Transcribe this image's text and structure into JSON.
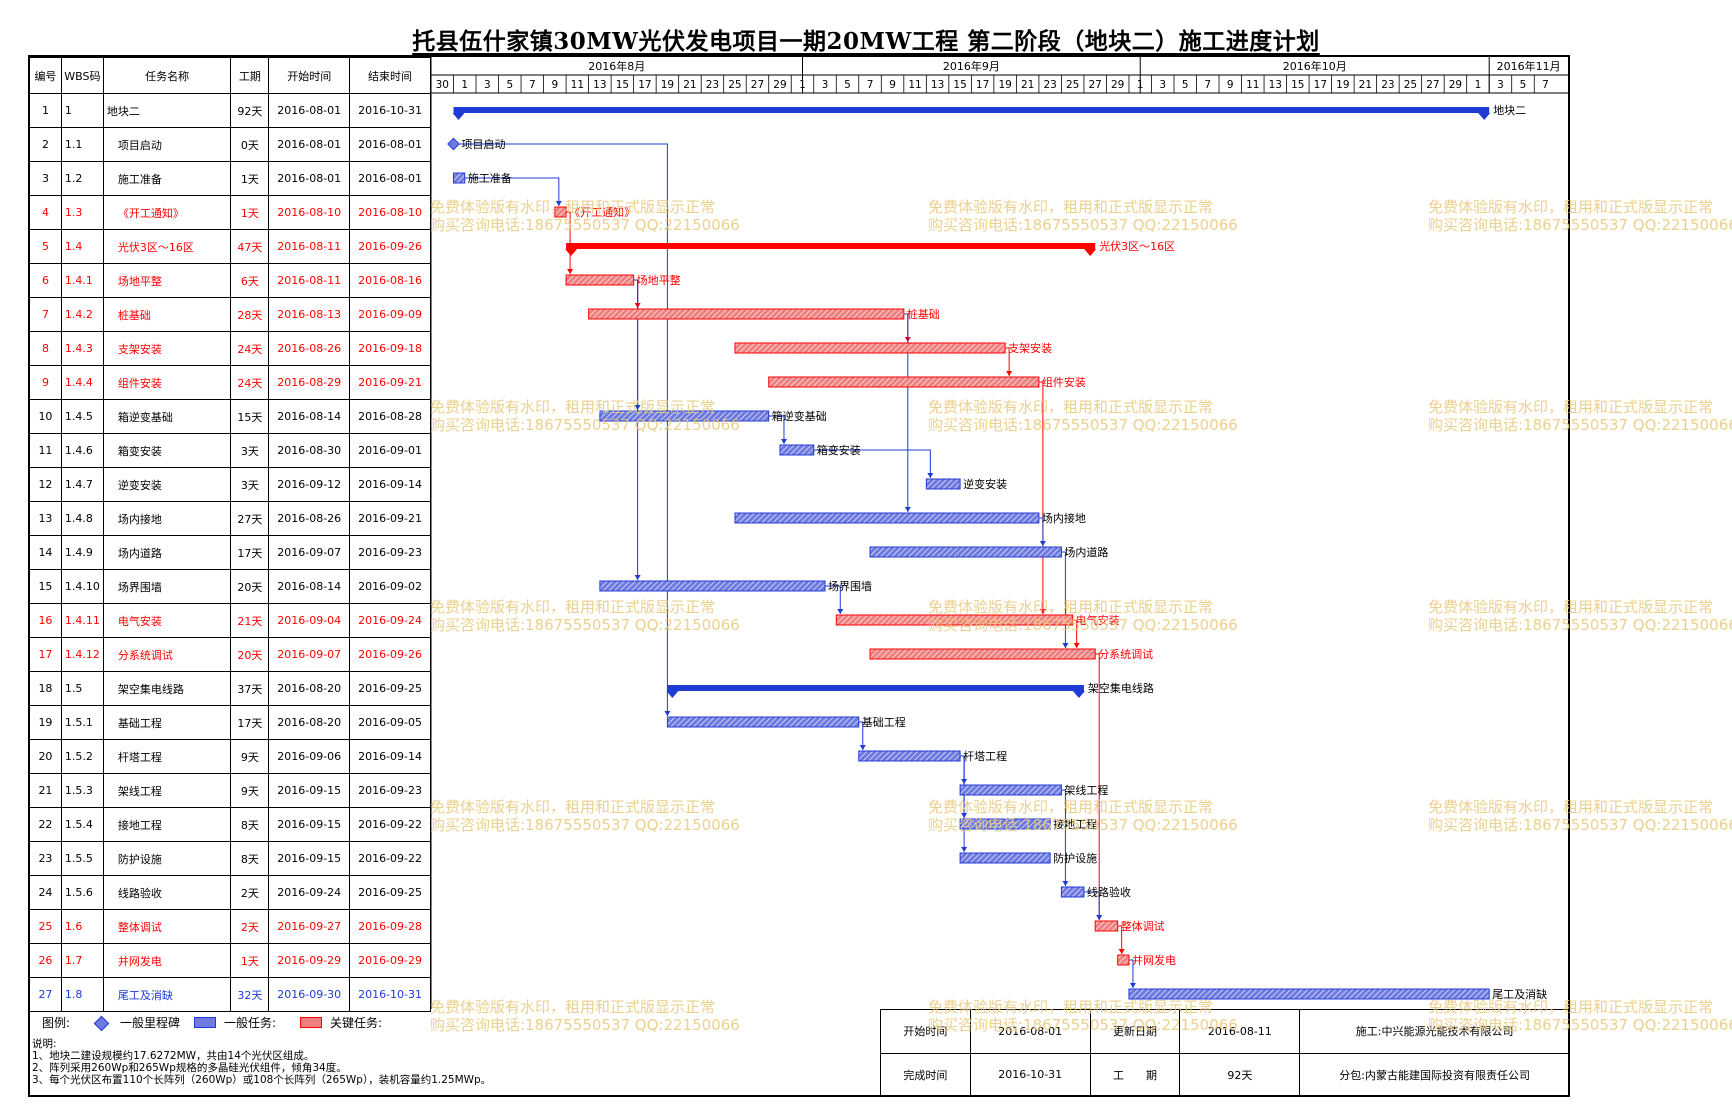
{
  "title": "托县伍什家镇30MW光伏发电项目一期20MW工程 第二阶段（地块二）施工进度计划",
  "columns": {
    "id": "编号",
    "wbs": "WBS码",
    "name": "任务名称",
    "dur": "工期",
    "start": "开始时间",
    "end": "结束时间"
  },
  "months": [
    {
      "label": "2016年8月",
      "start": "2016-07-30",
      "end": "2016-08-31"
    },
    {
      "label": "2016年9月",
      "start": "2016-09-01",
      "end": "2016-09-30"
    },
    {
      "label": "2016年10月",
      "start": "2016-10-01",
      "end": "2016-10-31"
    },
    {
      "label": "2016年11月",
      "start": "2016-11-01",
      "end": "2016-11-08"
    }
  ],
  "day_ticks": [
    "30",
    "1",
    "3",
    "5",
    "7",
    "9",
    "11",
    "13",
    "15",
    "17",
    "19",
    "21",
    "23",
    "25",
    "27",
    "29",
    "1",
    "3",
    "5",
    "7",
    "9",
    "11",
    "13",
    "15",
    "17",
    "19",
    "21",
    "23",
    "25",
    "27",
    "29",
    "1",
    "3",
    "5",
    "7",
    "9",
    "11",
    "13",
    "15",
    "17",
    "19",
    "21",
    "23",
    "25",
    "27",
    "29",
    "1",
    "3",
    "5",
    "7"
  ],
  "chart_data": {
    "type": "gantt",
    "title": "托县伍什家镇30MW光伏发电项目一期20MW工程 第二阶段（地块二）施工进度计划",
    "x_range": [
      "2016-07-30",
      "2016-11-08"
    ],
    "tasks": [
      {
        "id": "1",
        "wbs": "1",
        "name": "地块二",
        "dur": "92天",
        "start": "2016-08-01",
        "end": "2016-10-31",
        "kind": "summary",
        "critical": false
      },
      {
        "id": "2",
        "wbs": "1.1",
        "name": "项目启动",
        "dur": "0天",
        "start": "2016-08-01",
        "end": "2016-08-01",
        "kind": "milestone",
        "critical": false
      },
      {
        "id": "3",
        "wbs": "1.2",
        "name": "施工准备",
        "dur": "1天",
        "start": "2016-08-01",
        "end": "2016-08-01",
        "kind": "task",
        "critical": false
      },
      {
        "id": "4",
        "wbs": "1.3",
        "name": "《开工通知》",
        "dur": "1天",
        "start": "2016-08-10",
        "end": "2016-08-10",
        "kind": "task",
        "critical": true
      },
      {
        "id": "5",
        "wbs": "1.4",
        "name": "光伏3区～16区",
        "dur": "47天",
        "start": "2016-08-11",
        "end": "2016-09-26",
        "kind": "summary",
        "critical": true
      },
      {
        "id": "6",
        "wbs": "1.4.1",
        "name": "场地平整",
        "dur": "6天",
        "start": "2016-08-11",
        "end": "2016-08-16",
        "kind": "task",
        "critical": true
      },
      {
        "id": "7",
        "wbs": "1.4.2",
        "name": "桩基础",
        "dur": "28天",
        "start": "2016-08-13",
        "end": "2016-09-09",
        "kind": "task",
        "critical": true
      },
      {
        "id": "8",
        "wbs": "1.4.3",
        "name": "支架安装",
        "dur": "24天",
        "start": "2016-08-26",
        "end": "2016-09-18",
        "kind": "task",
        "critical": true
      },
      {
        "id": "9",
        "wbs": "1.4.4",
        "name": "组件安装",
        "dur": "24天",
        "start": "2016-08-29",
        "end": "2016-09-21",
        "kind": "task",
        "critical": true
      },
      {
        "id": "10",
        "wbs": "1.4.5",
        "name": "箱逆变基础",
        "dur": "15天",
        "start": "2016-08-14",
        "end": "2016-08-28",
        "kind": "task",
        "critical": false
      },
      {
        "id": "11",
        "wbs": "1.4.6",
        "name": "箱变安装",
        "dur": "3天",
        "start": "2016-08-30",
        "end": "2016-09-01",
        "kind": "task",
        "critical": false
      },
      {
        "id": "12",
        "wbs": "1.4.7",
        "name": "逆变安装",
        "dur": "3天",
        "start": "2016-09-12",
        "end": "2016-09-14",
        "kind": "task",
        "critical": false
      },
      {
        "id": "13",
        "wbs": "1.4.8",
        "name": "场内接地",
        "dur": "27天",
        "start": "2016-08-26",
        "end": "2016-09-21",
        "kind": "task",
        "critical": false
      },
      {
        "id": "14",
        "wbs": "1.4.9",
        "name": "场内道路",
        "dur": "17天",
        "start": "2016-09-07",
        "end": "2016-09-23",
        "kind": "task",
        "critical": false
      },
      {
        "id": "15",
        "wbs": "1.4.10",
        "name": "场界围墙",
        "dur": "20天",
        "start": "2016-08-14",
        "end": "2016-09-02",
        "kind": "task",
        "critical": false
      },
      {
        "id": "16",
        "wbs": "1.4.11",
        "name": "电气安装",
        "dur": "21天",
        "start": "2016-09-04",
        "end": "2016-09-24",
        "kind": "task",
        "critical": true
      },
      {
        "id": "17",
        "wbs": "1.4.12",
        "name": "分系统调试",
        "dur": "20天",
        "start": "2016-09-07",
        "end": "2016-09-26",
        "kind": "task",
        "critical": true
      },
      {
        "id": "18",
        "wbs": "1.5",
        "name": "架空集电线路",
        "dur": "37天",
        "start": "2016-08-20",
        "end": "2016-09-25",
        "kind": "summary",
        "critical": false
      },
      {
        "id": "19",
        "wbs": "1.5.1",
        "name": "基础工程",
        "dur": "17天",
        "start": "2016-08-20",
        "end": "2016-09-05",
        "kind": "task",
        "critical": false
      },
      {
        "id": "20",
        "wbs": "1.5.2",
        "name": "杆塔工程",
        "dur": "9天",
        "start": "2016-09-06",
        "end": "2016-09-14",
        "kind": "task",
        "critical": false
      },
      {
        "id": "21",
        "wbs": "1.5.3",
        "name": "架线工程",
        "dur": "9天",
        "start": "2016-09-15",
        "end": "2016-09-23",
        "kind": "task",
        "critical": false
      },
      {
        "id": "22",
        "wbs": "1.5.4",
        "name": "接地工程",
        "dur": "8天",
        "start": "2016-09-15",
        "end": "2016-09-22",
        "kind": "task",
        "critical": false
      },
      {
        "id": "23",
        "wbs": "1.5.5",
        "name": "防护设施",
        "dur": "8天",
        "start": "2016-09-15",
        "end": "2016-09-22",
        "kind": "task",
        "critical": false
      },
      {
        "id": "24",
        "wbs": "1.5.6",
        "name": "线路验收",
        "dur": "2天",
        "start": "2016-09-24",
        "end": "2016-09-25",
        "kind": "task",
        "critical": false
      },
      {
        "id": "25",
        "wbs": "1.6",
        "name": "整体调试",
        "dur": "2天",
        "start": "2016-09-27",
        "end": "2016-09-28",
        "kind": "task",
        "critical": true
      },
      {
        "id": "26",
        "wbs": "1.7",
        "name": "并网发电",
        "dur": "1天",
        "start": "2016-09-29",
        "end": "2016-09-29",
        "kind": "task",
        "critical": true
      },
      {
        "id": "27",
        "wbs": "1.8",
        "name": "尾工及消缺",
        "dur": "32天",
        "start": "2016-09-30",
        "end": "2016-10-31",
        "kind": "task",
        "critical": false
      }
    ],
    "links": [
      [
        "2",
        "19"
      ],
      [
        "3",
        "4"
      ],
      [
        "4",
        "6"
      ],
      [
        "6",
        "7"
      ],
      [
        "6",
        "10"
      ],
      [
        "6",
        "15"
      ],
      [
        "7",
        "8"
      ],
      [
        "7",
        "13"
      ],
      [
        "8",
        "9"
      ],
      [
        "9",
        "16"
      ],
      [
        "10",
        "11"
      ],
      [
        "11",
        "12"
      ],
      [
        "13",
        "14"
      ],
      [
        "14",
        "17"
      ],
      [
        "15",
        "16"
      ],
      [
        "16",
        "17"
      ],
      [
        "17",
        "25"
      ],
      [
        "19",
        "20"
      ],
      [
        "20",
        "21"
      ],
      [
        "20",
        "22"
      ],
      [
        "20",
        "23"
      ],
      [
        "21",
        "24"
      ],
      [
        "24",
        "25"
      ],
      [
        "25",
        "26"
      ],
      [
        "26",
        "27"
      ]
    ]
  },
  "legend": {
    "label": "图例:",
    "milestone": "一般里程碑",
    "task": "一般任务:",
    "critical": "关键任务:"
  },
  "notes": {
    "head": "说明:",
    "l1": "1、地块二建设规模约17.6272MW，共由14个光伏区组成。",
    "l2": "2、阵列采用260Wp和265Wp规格的多晶硅光伏组件，倾角34度。",
    "l3": "3、每个光伏区布置110个长阵列（260Wp）或108个长阵列（265Wp），装机容量约1.25MWp。"
  },
  "footer": {
    "start_label": "开始时间",
    "start_val": "2016-08-01",
    "update_label": "更新日期",
    "update_val": "2016-08-11",
    "builder": "施工:中兴能源光能技术有限公司",
    "end_label": "完成时间",
    "end_val": "2016-10-31",
    "dur_label": "工　　期",
    "dur_val": "92天",
    "sub": "分包:内蒙古能建国际投资有限责任公司"
  },
  "watermark": {
    "l1": "免费体验版有水印，租用和正式版显示正常",
    "l2": "购买咨询电话:18675550537 QQ:22150066"
  },
  "colors": {
    "blue": "#1f3bd6",
    "blue_fill": "#6f7ae0",
    "red": "#ff0000",
    "red_fill": "#f08080"
  }
}
